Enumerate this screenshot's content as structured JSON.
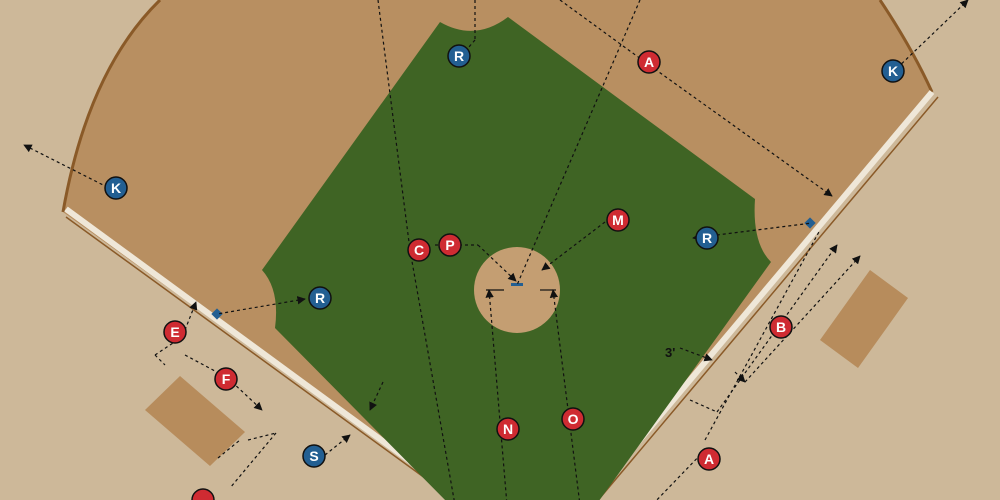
{
  "colors": {
    "background": "#cdb899",
    "warning_track": "#b88f61",
    "grass": "#3f6424",
    "infield_dirt": "#c49e72",
    "foul_line": "#efe7d8",
    "outfield_fence": "#8a5a28",
    "bullpen": "#b78c5c",
    "marker_red": "#cf2b32",
    "marker_blue": "#235f92",
    "marker_outline": "#111111"
  },
  "markers": [
    {
      "name": "marker-r-top",
      "label": "R",
      "color": "blue"
    },
    {
      "name": "marker-a-top",
      "label": "A",
      "color": "red"
    },
    {
      "name": "marker-k-right",
      "label": "K",
      "color": "blue"
    },
    {
      "name": "marker-k-left",
      "label": "K",
      "color": "blue"
    },
    {
      "name": "marker-m",
      "label": "M",
      "color": "red"
    },
    {
      "name": "marker-c",
      "label": "C",
      "color": "red"
    },
    {
      "name": "marker-p",
      "label": "P",
      "color": "red"
    },
    {
      "name": "marker-r-right",
      "label": "R",
      "color": "blue"
    },
    {
      "name": "marker-r-left",
      "label": "R",
      "color": "blue"
    },
    {
      "name": "marker-e",
      "label": "E",
      "color": "red"
    },
    {
      "name": "marker-f",
      "label": "F",
      "color": "red"
    },
    {
      "name": "marker-b",
      "label": "B",
      "color": "red"
    },
    {
      "name": "marker-n",
      "label": "N",
      "color": "red"
    },
    {
      "name": "marker-o",
      "label": "O",
      "color": "red"
    },
    {
      "name": "marker-s",
      "label": "S",
      "color": "blue"
    },
    {
      "name": "marker-a-bottom",
      "label": "A",
      "color": "red"
    },
    {
      "name": "marker-partial",
      "label": "",
      "color": "red"
    }
  ],
  "annotations": {
    "three_foot": "3'"
  }
}
